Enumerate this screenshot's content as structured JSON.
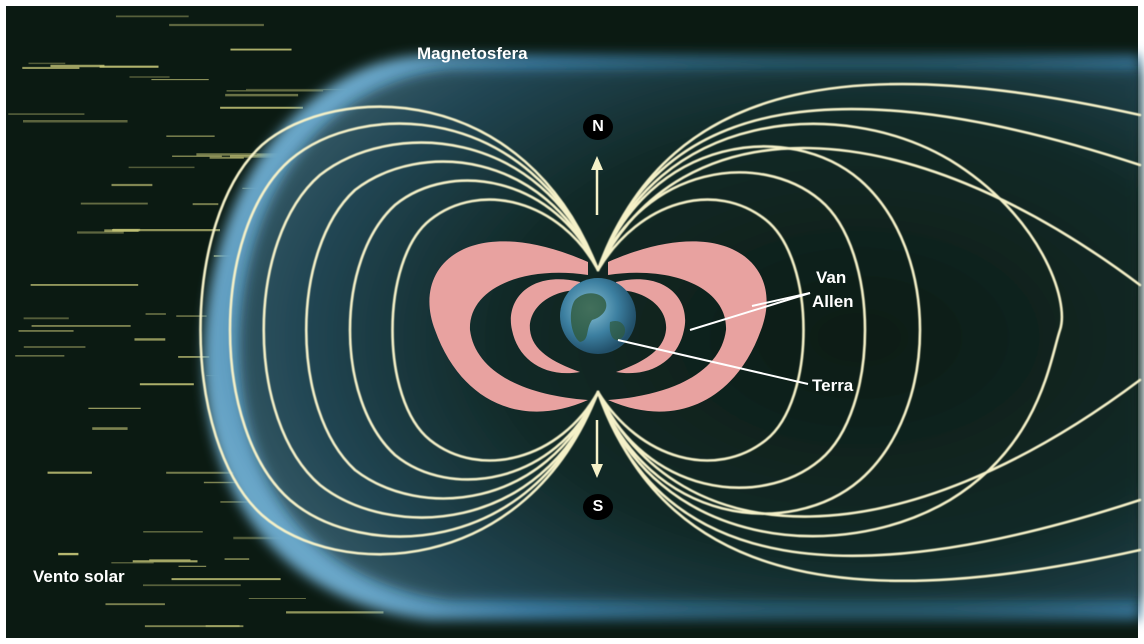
{
  "labels": {
    "magnetosphere": "Magnetosfera",
    "north": "N",
    "south": "S",
    "van_allen_line1": "Van",
    "van_allen_line2": "Allen",
    "earth": "Terra",
    "solar_wind": "Vento solar"
  },
  "colors": {
    "space": "#0b1a12",
    "field_lines": "#f5f1c8",
    "van_allen_belts": "#e8a2a0",
    "magnetopause": "#4f8db8",
    "solar_wind_streaks": "#c9c97a",
    "earth": "#3c7fa0",
    "label_text": "#ffffff"
  }
}
